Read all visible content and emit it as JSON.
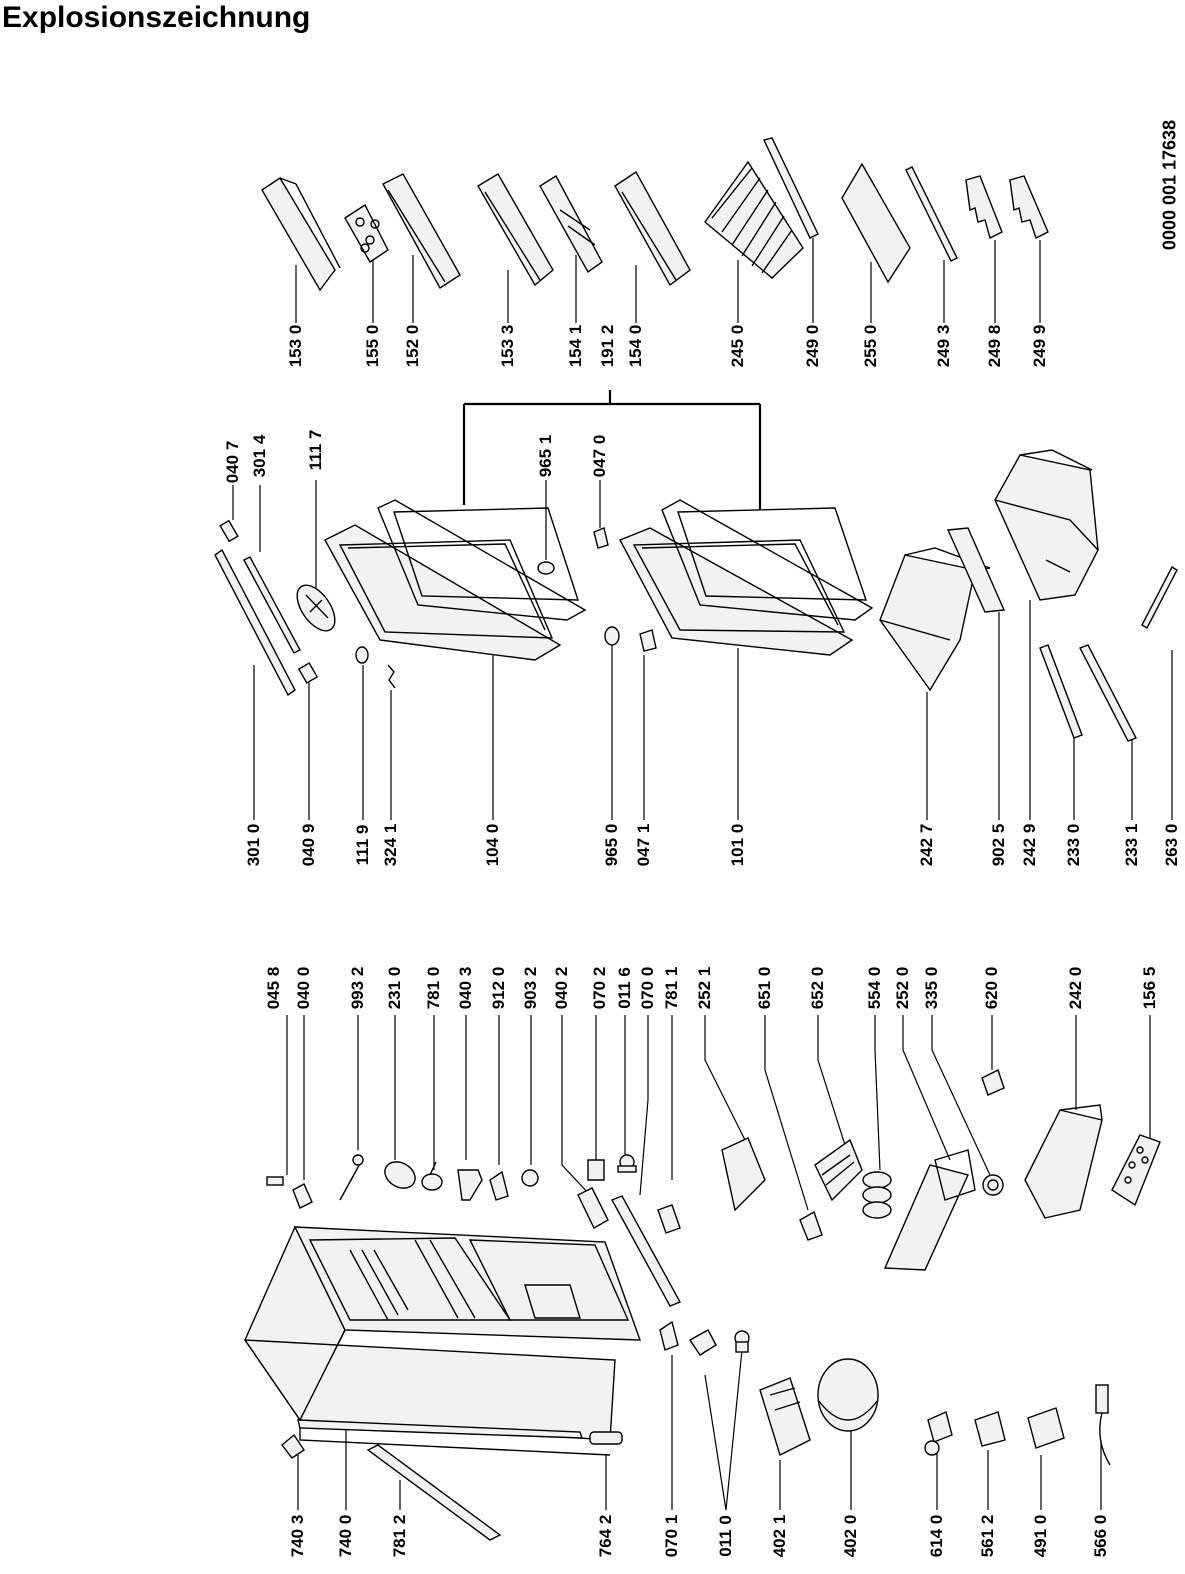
{
  "title": "Explosionszeichnung",
  "document_number": "0000 001 17638",
  "labels": {
    "l_153_0": "153 0",
    "l_155_0": "155 0",
    "l_152_0": "152 0",
    "l_153_3": "153 3",
    "l_154_1": "154 1",
    "l_191_2": "191 2",
    "l_154_0": "154 0",
    "l_245_0": "245 0",
    "l_249_0": "249 0",
    "l_255_0": "255 0",
    "l_249_3": "249 3",
    "l_249_8": "249 8",
    "l_249_9": "249 9",
    "l_040_7": "040 7",
    "l_301_4": "301 4",
    "l_111_7": "111 7",
    "l_965_1": "965 1",
    "l_047_0": "047 0",
    "l_301_0": "301 0",
    "l_040_9": "040 9",
    "l_111_9": "111 9",
    "l_324_1": "324 1",
    "l_104_0": "104 0",
    "l_965_0": "965 0",
    "l_047_1": "047 1",
    "l_101_0": "101 0",
    "l_242_7": "242 7",
    "l_902_5": "902 5",
    "l_242_9": "242 9",
    "l_233_0": "233 0",
    "l_233_1": "233 1",
    "l_263_0": "263 0",
    "l_045_8": "045 8",
    "l_040_0": "040 0",
    "l_993_2": "993 2",
    "l_231_0": "231 0",
    "l_781_0": "781 0",
    "l_040_3": "040 3",
    "l_912_0": "912 0",
    "l_903_2": "903 2",
    "l_040_2": "040 2",
    "l_070_2": "070 2",
    "l_011_6": "011 6",
    "l_070_0": "070 0",
    "l_781_1": "781 1",
    "l_252_1": "252 1",
    "l_651_0": "651 0",
    "l_652_0": "652 0",
    "l_554_0": "554 0",
    "l_252_0": "252 0",
    "l_335_0": "335 0",
    "l_620_0": "620 0",
    "l_242_0": "242 0",
    "l_156_5": "156 5",
    "l_740_3": "740 3",
    "l_740_0": "740 0",
    "l_781_2": "781 2",
    "l_764_2": "764 2",
    "l_070_1": "070 1",
    "l_011_0": "011 0",
    "l_402_1": "402 1",
    "l_402_0": "402 0",
    "l_614_0": "614 0",
    "l_561_2": "561 2",
    "l_491_0": "491 0",
    "l_566_0": "566 0"
  }
}
